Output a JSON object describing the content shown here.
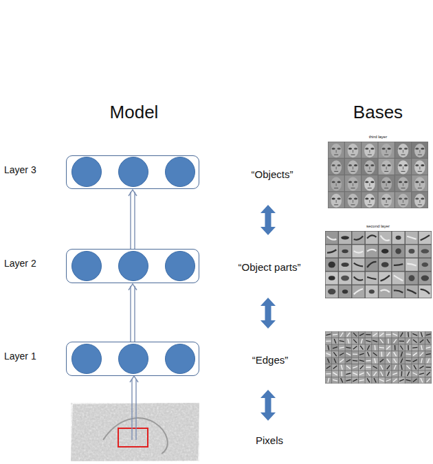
{
  "diagram": {
    "nodes": [
      {
        "text": [
          "Layer 3"
        ]
      },
      {
        "text": [
          "Layer 2"
        ]
      },
      {
        "text": [
          "Layer 1"
        ]
      }
    ],
    "edges": [
      {
        "from": 2,
        "to": 1,
        "arrow": "to"
      },
      {
        "from": 1,
        "to": 0,
        "arrow": "to"
      }
    ],
    "labels": [
      "Model",
      "Bases",
      "“Objects”",
      "“Object parts”",
      "“Edges”",
      "Pixels",
      "third layer",
      "second layer"
    ]
  }
}
